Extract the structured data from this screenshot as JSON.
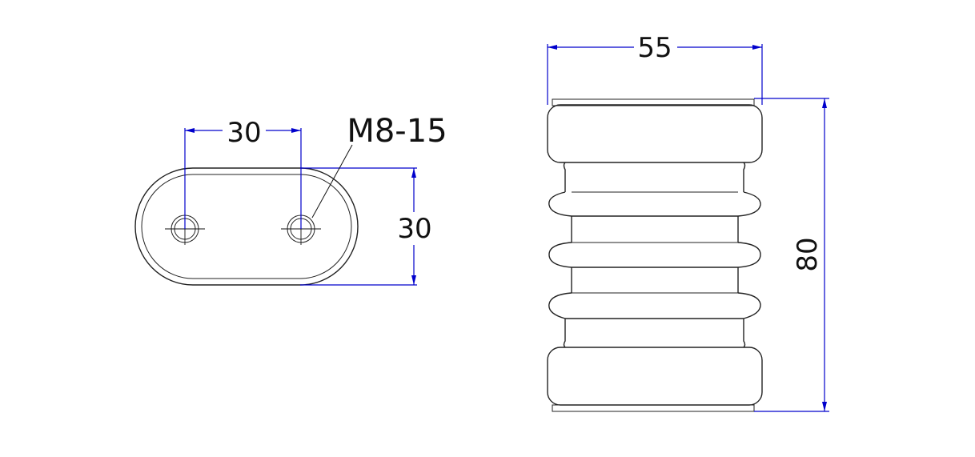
{
  "colors": {
    "outline": "#222222",
    "dimension": "#0000cc",
    "text": "#111111",
    "background": "#ffffff"
  },
  "top_view": {
    "hole_spacing_label": "30",
    "height_label": "30",
    "thread_callout": "M8-15"
  },
  "side_view": {
    "width_label": "55",
    "height_label": "80"
  }
}
